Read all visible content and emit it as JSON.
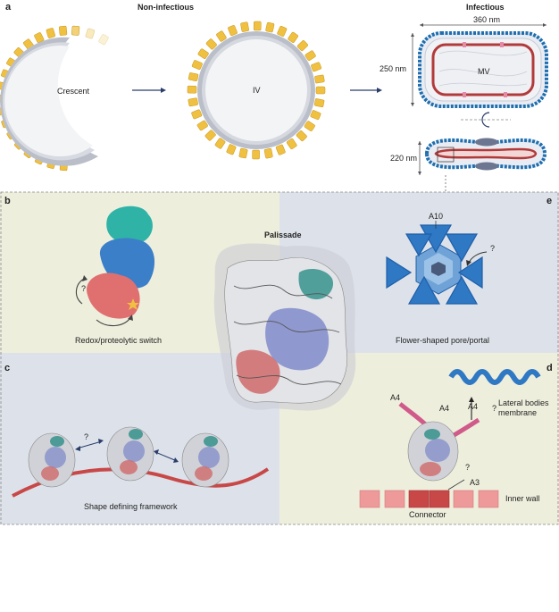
{
  "panel_letters": {
    "a": "a",
    "b": "b",
    "c": "c",
    "d": "d",
    "e": "e"
  },
  "headings": {
    "non_infectious": "Non-infectious",
    "infectious": "Infectious",
    "palissade": "Palissade"
  },
  "panel_a": {
    "crescent": "Crescent",
    "iv": "IV",
    "mv": "MV",
    "width_label": "360 nm",
    "height_label": "250 nm",
    "flat_label": "220 nm"
  },
  "panel_b": {
    "question": "?",
    "caption": "Redox/proteolytic switch"
  },
  "panel_e": {
    "a10": "A10",
    "question": "?",
    "caption": "Flower-shaped pore/portal"
  },
  "panel_c": {
    "q1": "?",
    "caption": "Shape defining framework"
  },
  "panel_d": {
    "a4_left": "A4",
    "a4_mid": "A4",
    "a4_right": "A4",
    "q1": "?",
    "q2": "?",
    "a3": "A3",
    "lateral1": "Lateral bodies",
    "lateral2": "membrane",
    "inner_wall": "Inner wall",
    "connector": "Connector"
  },
  "colors": {
    "spike": "#f0c040",
    "membrane": "#b9bec8",
    "mv_outer": "#1f6fb0",
    "mv_inner": "#b23a3a",
    "panel_b_bg": "#eeeedd",
    "panel_e_bg": "#dde2ea",
    "teal": "#2fb3a7",
    "blue": "#3a7fc8",
    "salmon": "#e07070"
  }
}
